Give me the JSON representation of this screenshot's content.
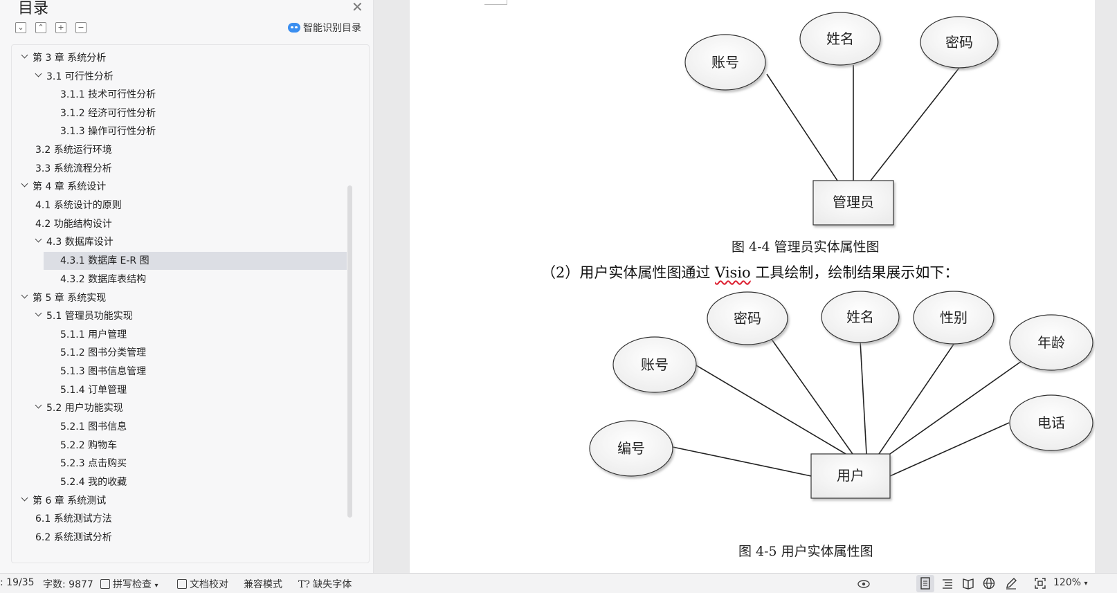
{
  "toc": {
    "title": "目录",
    "smart_label": "智能识别目录",
    "items": [
      {
        "label": "第 3 章  系统分析",
        "level": 0,
        "expanded": true
      },
      {
        "label": "3.1 可行性分析",
        "level": 1,
        "expanded": true
      },
      {
        "label": "3.1.1 技术可行性分析",
        "level": 2
      },
      {
        "label": "3.1.2 经济可行性分析",
        "level": 2
      },
      {
        "label": "3.1.3 操作可行性分析",
        "level": 2
      },
      {
        "label": "3.2 系统运行环境",
        "level": 1
      },
      {
        "label": "3.3 系统流程分析",
        "level": 1
      },
      {
        "label": "第 4 章  系统设计",
        "level": 0,
        "expanded": true
      },
      {
        "label": "4.1  系统设计的原则",
        "level": 1
      },
      {
        "label": "4.2  功能结构设计",
        "level": 1
      },
      {
        "label": "4.3  数据库设计",
        "level": 1,
        "expanded": true
      },
      {
        "label": "4.3.1  数据库 E-R 图",
        "level": 2,
        "selected": true
      },
      {
        "label": "4.3.2  数据库表结构",
        "level": 2
      },
      {
        "label": "第 5 章  系统实现",
        "level": 0,
        "expanded": true
      },
      {
        "label": "5.1 管理员功能实现",
        "level": 1,
        "expanded": true
      },
      {
        "label": "5.1.1  用户管理",
        "level": 2
      },
      {
        "label": "5.1.2  图书分类管理",
        "level": 2
      },
      {
        "label": "5.1.3  图书信息管理",
        "level": 2
      },
      {
        "label": "5.1.4  订单管理",
        "level": 2
      },
      {
        "label": "5.2  用户功能实现",
        "level": 1,
        "expanded": true
      },
      {
        "label": "5.2.1  图书信息",
        "level": 2
      },
      {
        "label": "5.2.2  购物车",
        "level": 2
      },
      {
        "label": "5.2.3  点击购买",
        "level": 2
      },
      {
        "label": "5.2.4  我的收藏",
        "level": 2
      },
      {
        "label": "第 6 章  系统测试",
        "level": 0,
        "expanded": true
      },
      {
        "label": "6.1 系统测试方法",
        "level": 1
      },
      {
        "label": "6.2  系统测试分析",
        "level": 1
      }
    ]
  },
  "document": {
    "diagram1": {
      "entity": "管理员",
      "attributes": [
        "账号",
        "姓名",
        "密码"
      ],
      "caption": "图 4-4  管理员实体属性图"
    },
    "paragraph_before": "（2）用户实体属性图通过 ",
    "paragraph_visio": "Visio",
    "paragraph_after": " 工具绘制，绘制结果展示如下：",
    "diagram2": {
      "entity": "用户",
      "attributes": [
        "编号",
        "账号",
        "密码",
        "姓名",
        "性别",
        "年龄",
        "电话"
      ],
      "caption": "图 4-5  用户实体属性图"
    }
  },
  "status": {
    "page": ": 19/35",
    "words": "字数: 9877",
    "spell": "拼写检查",
    "proof": "文档校对",
    "compat": "兼容模式",
    "missing_font": "缺失字体",
    "zoom": "120%"
  }
}
